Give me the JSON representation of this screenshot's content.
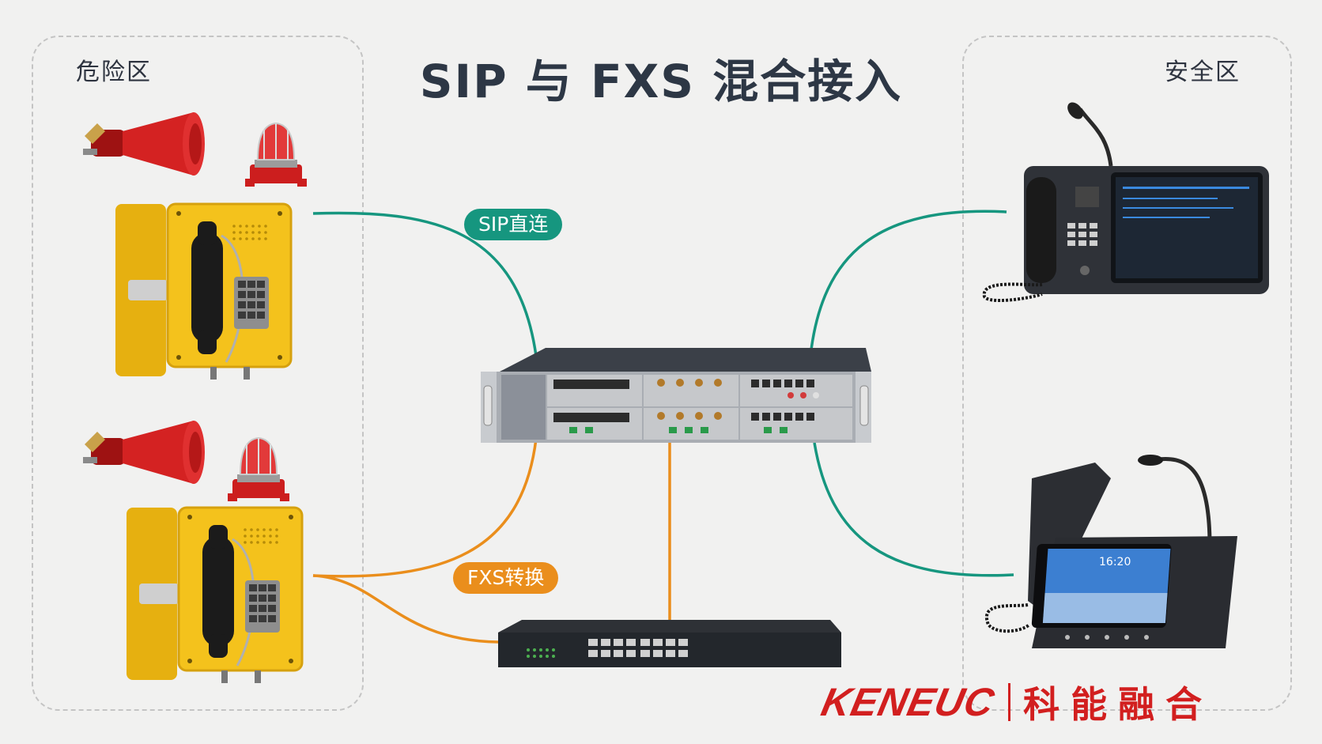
{
  "title": "SIP 与 FXS 混合接入",
  "zones": {
    "left_label": "危险区",
    "right_label": "安全区"
  },
  "links": {
    "sip_label": "SIP直连",
    "fxs_label": "FXS转换"
  },
  "colors": {
    "sip": "#16967f",
    "fxs": "#ea8e1c",
    "brand": "#d21f1f",
    "phone_yellow": "#f4c21c"
  },
  "devices": {
    "explosion_proof_phone_1": {
      "icon": "explosion-proof-telephone-icon"
    },
    "explosion_proof_phone_2": {
      "icon": "explosion-proof-telephone-icon"
    },
    "horn_speaker": {
      "icon": "horn-speaker-icon"
    },
    "strobe_beacon": {
      "icon": "warning-beacon-icon"
    },
    "gateway": {
      "icon": "rack-server-icon"
    },
    "fxs_switch": {
      "icon": "fxs-gateway-icon"
    },
    "dispatch_console": {
      "icon": "desk-console-icon"
    },
    "video_phone": {
      "icon": "video-desk-phone-icon",
      "screen_time": "16:20"
    }
  },
  "logo": {
    "en": "KENEUC",
    "cn": "科能融合"
  }
}
